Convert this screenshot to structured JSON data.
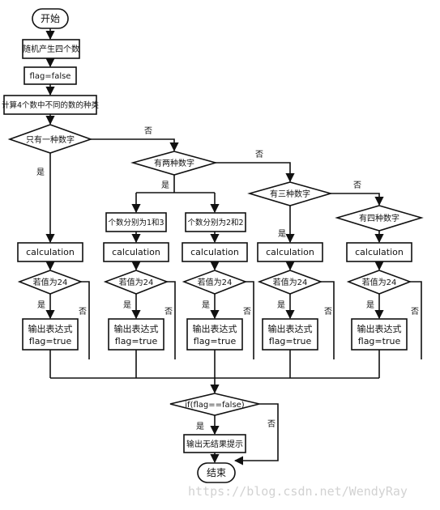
{
  "flowchart": {
    "start": "开始",
    "generate": "随机产生四个数",
    "init_flag": "flag=false",
    "count_distinct": "计算4个数中不同的数的种类",
    "q_one_kind": "只有一种数字",
    "q_two_kinds": "有两种数字",
    "q_three_kinds": "有三种数字",
    "q_four_kinds": "有四种数字",
    "case_1_and_3": "个数分别为1和3",
    "case_2_and_2": "个数分别为2和2",
    "calculation": "calculation",
    "q_is_24": "若值为24",
    "output_line1": "输出表达式",
    "output_line2": "flag=true",
    "q_flag_false": "if(flag==false)",
    "output_no_result": "输出无结果提示",
    "end": "结束",
    "yes": "是",
    "no": "否"
  },
  "watermark": "https://blog.csdn.net/WendyRay"
}
